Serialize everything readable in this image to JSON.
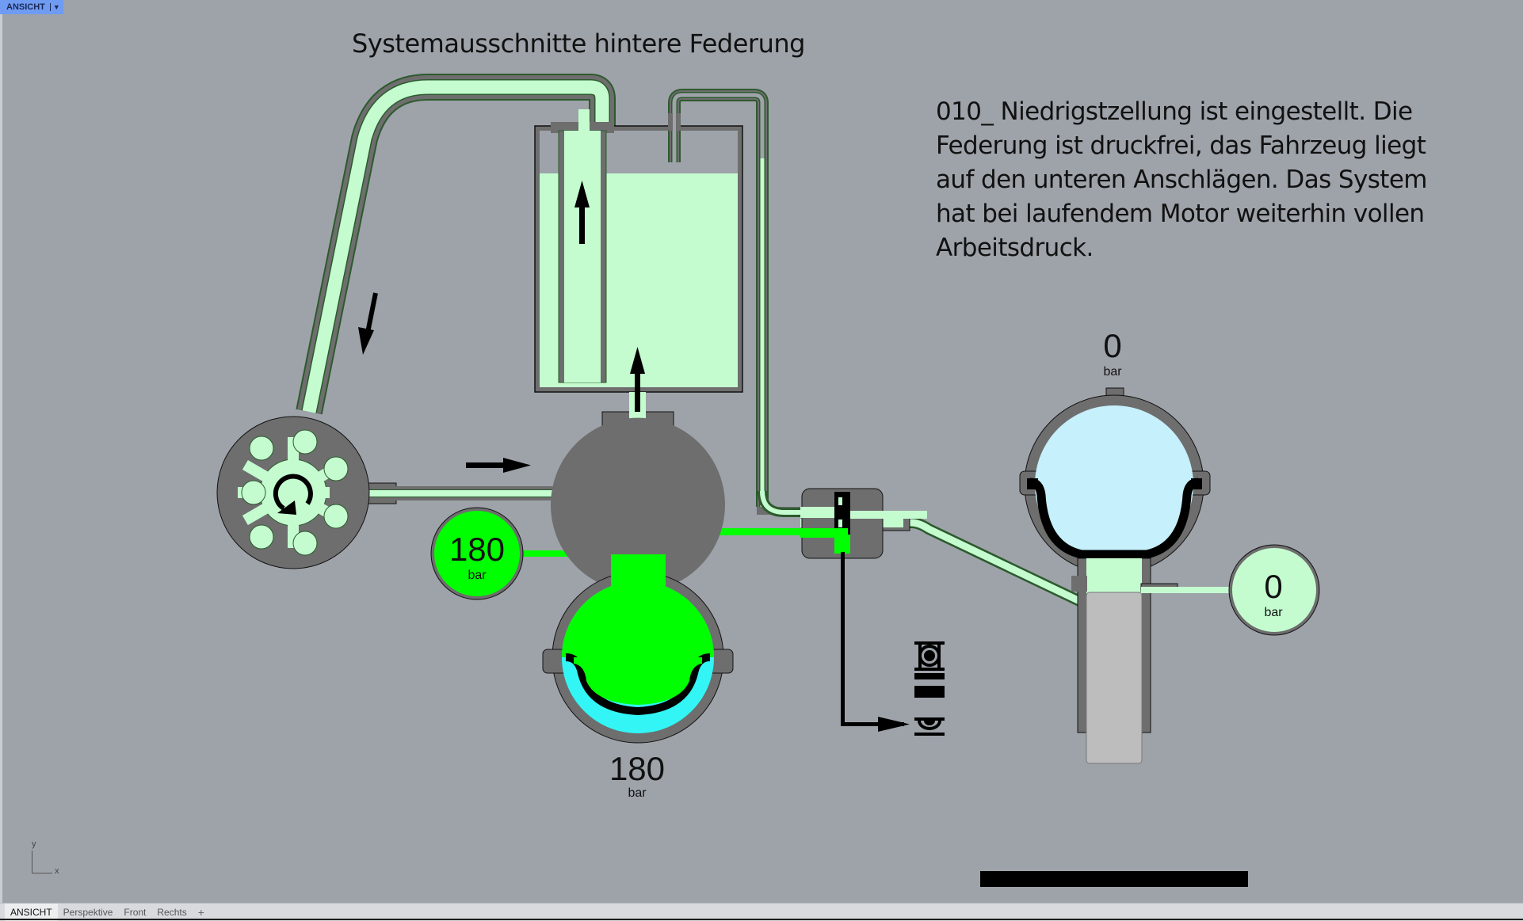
{
  "viewport": {
    "label": "ANSICHT",
    "dropdown_icon": "caret-down-icon"
  },
  "diagram": {
    "title": "Systemausschnitte hintere Federung",
    "description": "010_ Niedrigstzellung ist eingestellt. Die Federung ist druckfrei, das Fahrzeug liegt auf den unteren Anschlägen. Das System hat bei laufendem Motor weiterhin vollen Arbeitsdruck.",
    "gauges": {
      "supply_gauge": {
        "value": "180",
        "unit": "bar"
      },
      "accumulator": {
        "value": "180",
        "unit": "bar"
      },
      "sphere_top": {
        "value": "0",
        "unit": "bar"
      },
      "strut_gauge": {
        "value": "0",
        "unit": "bar"
      }
    },
    "colors": {
      "background": "#9ea3aa",
      "housing": "#6e6e6e",
      "low_pressure_fluid": "#c4fcd0",
      "high_pressure_fluid": "#00ff00",
      "gas_blue": "#c6f0fc",
      "gas_cyan": "#33f5f5",
      "piston": "#bdbdbd"
    },
    "icons": [
      "pump-rotation-icon",
      "flow-arrow-icon",
      "height-selector-icon"
    ]
  },
  "axis_indicator": {
    "x_label": "x",
    "y_label": "y"
  },
  "tabs": [
    {
      "label": "ANSICHT",
      "active": true
    },
    {
      "label": "Perspektive",
      "active": false
    },
    {
      "label": "Front",
      "active": false
    },
    {
      "label": "Rechts",
      "active": false
    },
    {
      "label": "+",
      "active": false
    }
  ]
}
